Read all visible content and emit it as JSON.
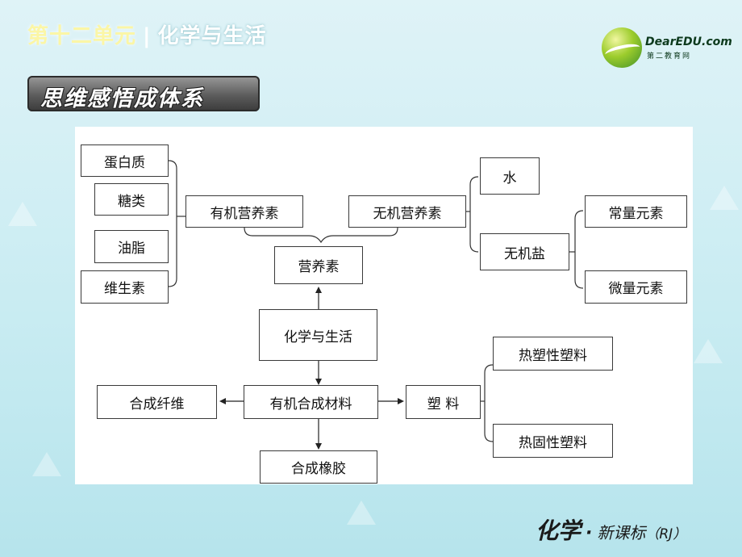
{
  "header": {
    "unit": "第十二单元",
    "separator": "|",
    "topic": "化学与生活"
  },
  "logo": {
    "brand": "DearEDU.com",
    "tagline": "第二教育网"
  },
  "banner": {
    "title": "思维感悟成体系"
  },
  "diagram": {
    "nodes": {
      "protein": "蛋白质",
      "sugar": "糖类",
      "fat": "油脂",
      "vitamin": "维生素",
      "organic_nutrient": "有机营养素",
      "inorganic_nutrient": "无机营养素",
      "water": "水",
      "mineral_salt": "无机盐",
      "macro_element": "常量元素",
      "trace_element": "微量元素",
      "nutrient": "营养素",
      "chem_life": "化学与生活",
      "organic_synthetic": "有机合成材料",
      "synthetic_fiber": "合成纤维",
      "plastics": "塑  料",
      "thermoplastic": "热塑性塑料",
      "thermoset": "热固性塑料",
      "synthetic_rubber": "合成橡胶"
    }
  },
  "footer": {
    "subject": "化学",
    "dot": "·",
    "edition": "新课标",
    "version": "（RJ）"
  }
}
